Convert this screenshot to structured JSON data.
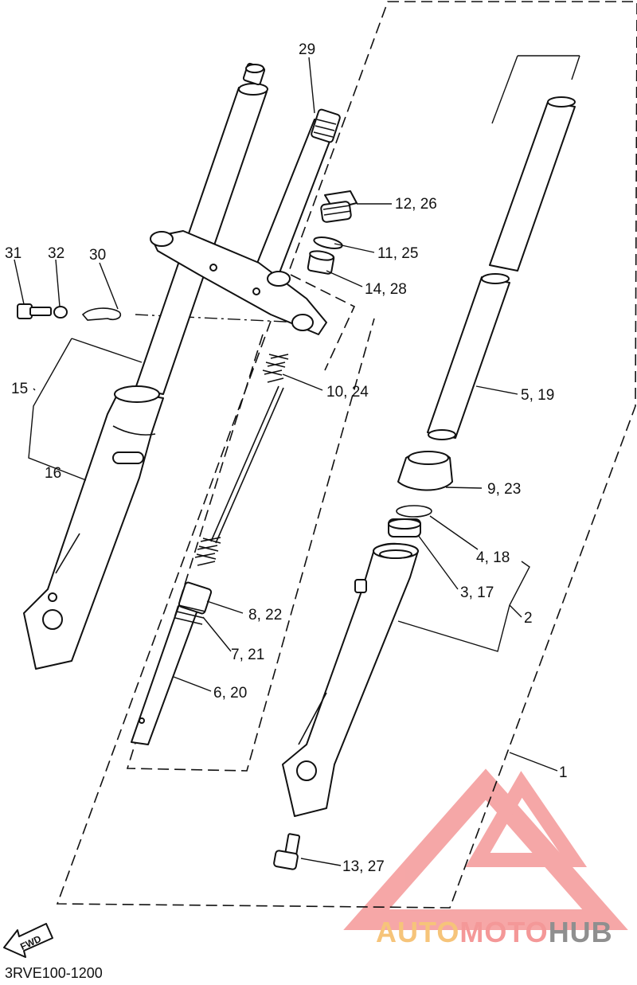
{
  "diagram_code": "3RVE100-1200",
  "fwd_arrow_label": "FWD",
  "watermark": {
    "part1": "AUTO",
    "part2": "MOTO",
    "part3": "HUB",
    "color_light": "#f6c47a",
    "color_mid": "#f49898",
    "color_dark": "#8f8f8f"
  },
  "callouts": [
    {
      "id": "c29",
      "text": "29"
    },
    {
      "id": "c12",
      "text": "12, 26"
    },
    {
      "id": "c11",
      "text": "11, 25"
    },
    {
      "id": "c14",
      "text": "14, 28"
    },
    {
      "id": "c31",
      "text": "31"
    },
    {
      "id": "c32",
      "text": "32"
    },
    {
      "id": "c30",
      "text": "30"
    },
    {
      "id": "c10",
      "text": "10, 24"
    },
    {
      "id": "c15",
      "text": "15"
    },
    {
      "id": "c16",
      "text": "16"
    },
    {
      "id": "c5",
      "text": "5, 19"
    },
    {
      "id": "c9",
      "text": "9, 23"
    },
    {
      "id": "c4",
      "text": "4, 18"
    },
    {
      "id": "c3",
      "text": "3, 17"
    },
    {
      "id": "c2",
      "text": "2"
    },
    {
      "id": "c8",
      "text": "8, 22"
    },
    {
      "id": "c7",
      "text": "7, 21"
    },
    {
      "id": "c6",
      "text": "6, 20"
    },
    {
      "id": "c1",
      "text": "1"
    },
    {
      "id": "c13",
      "text": "13, 27"
    }
  ]
}
